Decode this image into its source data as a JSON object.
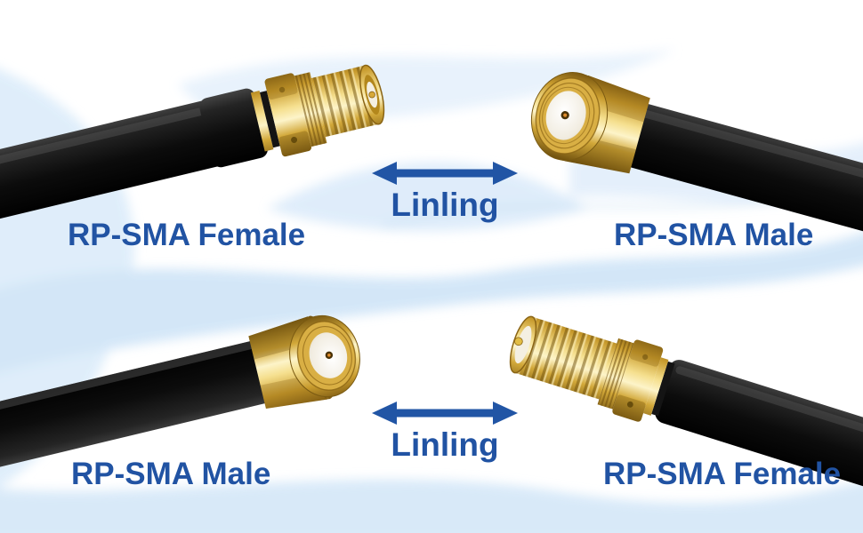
{
  "scene": {
    "background_color": "#ffffff",
    "wave_color": "#cfe4f7",
    "accent_color": "#2155a5",
    "gold_color": "#d8a93a",
    "cable_color": "#0c0c0c"
  },
  "labels": {
    "top_left": "RP-SMA Female",
    "top_right": "RP-SMA Male",
    "bottom_left": "RP-SMA Male",
    "bottom_right": "RP-SMA Female"
  },
  "annotations": {
    "top": {
      "icon": "double-arrow-icon",
      "brand": "Linling"
    },
    "bottom": {
      "icon": "double-arrow-icon",
      "brand": "Linling"
    }
  },
  "connectors": [
    {
      "position": "top-left",
      "type": "RP-SMA Female"
    },
    {
      "position": "top-right",
      "type": "RP-SMA Male"
    },
    {
      "position": "bottom-left",
      "type": "RP-SMA Male"
    },
    {
      "position": "bottom-right",
      "type": "RP-SMA Female"
    }
  ]
}
